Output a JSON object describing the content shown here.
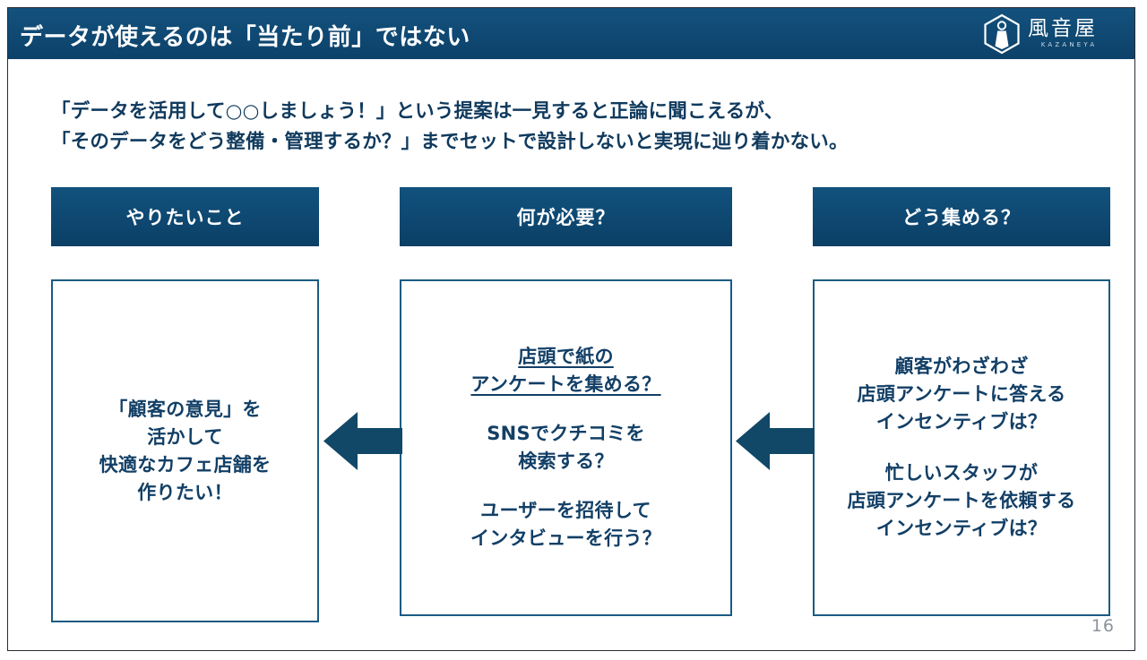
{
  "slide": {
    "title": "データが使えるのは「当たり前」ではない",
    "page_number": "16",
    "accent_color": "#0d4770",
    "border_color": "#1a5b82",
    "text_color": "#123f66"
  },
  "logo": {
    "name": "kazaneya-logo",
    "jp_text": "風音屋",
    "romaji_text": "KAZANEYA"
  },
  "subtitle": {
    "line1": "「データを活用して○○しましょう！」という提案は一見すると正論に聞こえるが、",
    "line2": "「そのデータをどう整備・管理するか？」までセットで設計しないと実現に辿り着かない。"
  },
  "columns": [
    {
      "id": "want-to-do",
      "header": "やりたいこと",
      "paragraphs": [
        {
          "underline": false,
          "lines": [
            "「顧客の意見」を",
            "活かして",
            "快適なカフェ店舗を",
            "作りたい！"
          ]
        }
      ]
    },
    {
      "id": "what-is-needed",
      "header": "何が必要？",
      "paragraphs": [
        {
          "underline": true,
          "lines": [
            "店頭で紙の",
            "アンケートを集める？"
          ]
        },
        {
          "underline": false,
          "lines": [
            "SNSでクチコミを",
            "検索する？"
          ]
        },
        {
          "underline": false,
          "lines": [
            "ユーザーを招待して",
            "インタビューを行う？"
          ]
        }
      ]
    },
    {
      "id": "how-to-collect",
      "header": "どう集める？",
      "paragraphs": [
        {
          "underline": false,
          "lines": [
            "顧客がわざわざ",
            "店頭アンケートに答える",
            "インセンティブは？"
          ]
        },
        {
          "underline": false,
          "lines": [
            "忙しいスタッフが",
            "店頭アンケートを依頼する",
            "インセンティブは？"
          ]
        }
      ]
    }
  ],
  "arrows": [
    {
      "id": "arrow-needed-to-want",
      "direction": "left"
    },
    {
      "id": "arrow-collect-to-needed",
      "direction": "left"
    }
  ]
}
